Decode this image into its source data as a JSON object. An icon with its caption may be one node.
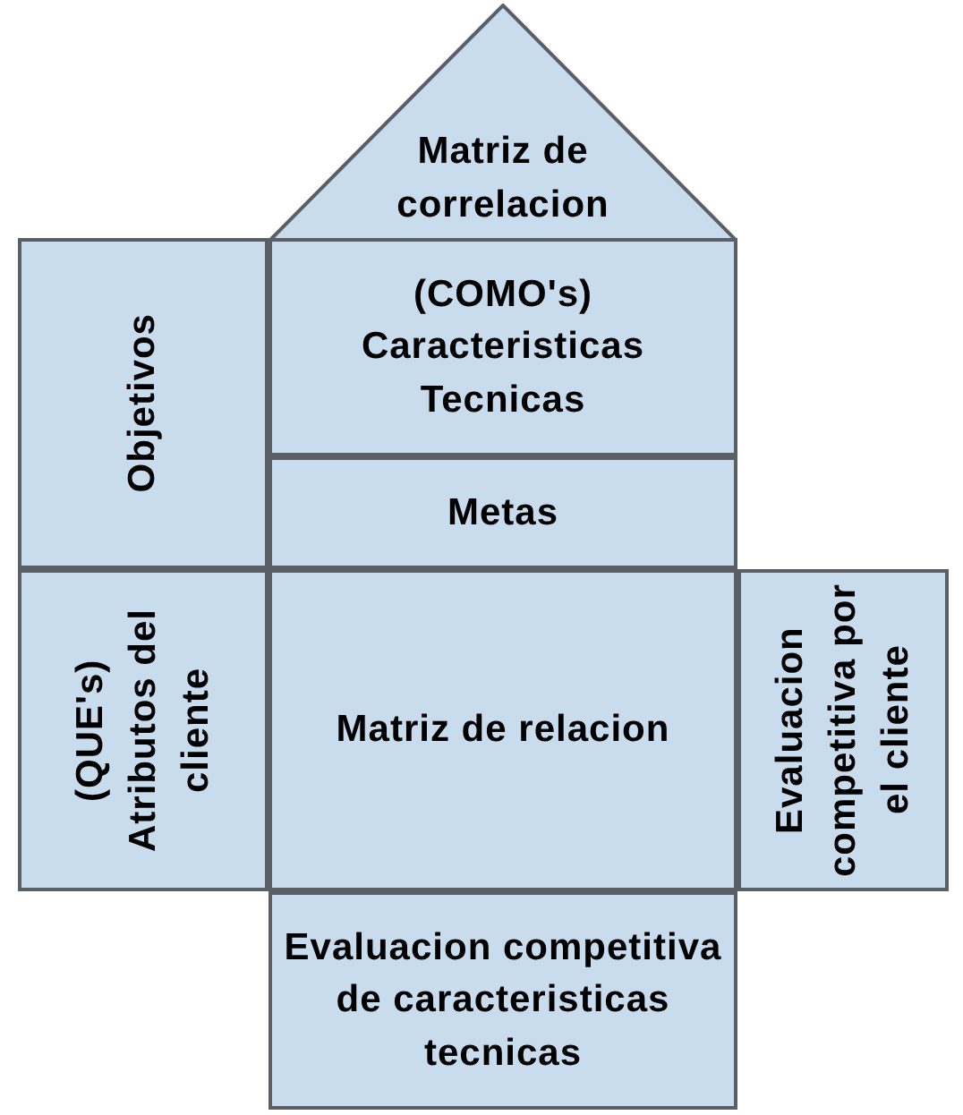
{
  "diagram": {
    "nodes": [
      {
        "text": [
          "Matriz de correlacion"
        ]
      },
      {
        "text": [
          "Objetivos"
        ]
      },
      {
        "text": [
          "(COMO's) Caracteristicas Tecnicas"
        ]
      },
      {
        "text": [
          "Metas"
        ]
      },
      {
        "text": [
          "(QUE's) Atributos del cliente"
        ]
      },
      {
        "text": [
          "Matriz de relacion"
        ]
      },
      {
        "text": [
          "Evaluacion competitiva por el cliente"
        ]
      },
      {
        "text": [
          "Evaluacion competitiva de caracteristicas tecnicas"
        ]
      }
    ],
    "edges": []
  }
}
